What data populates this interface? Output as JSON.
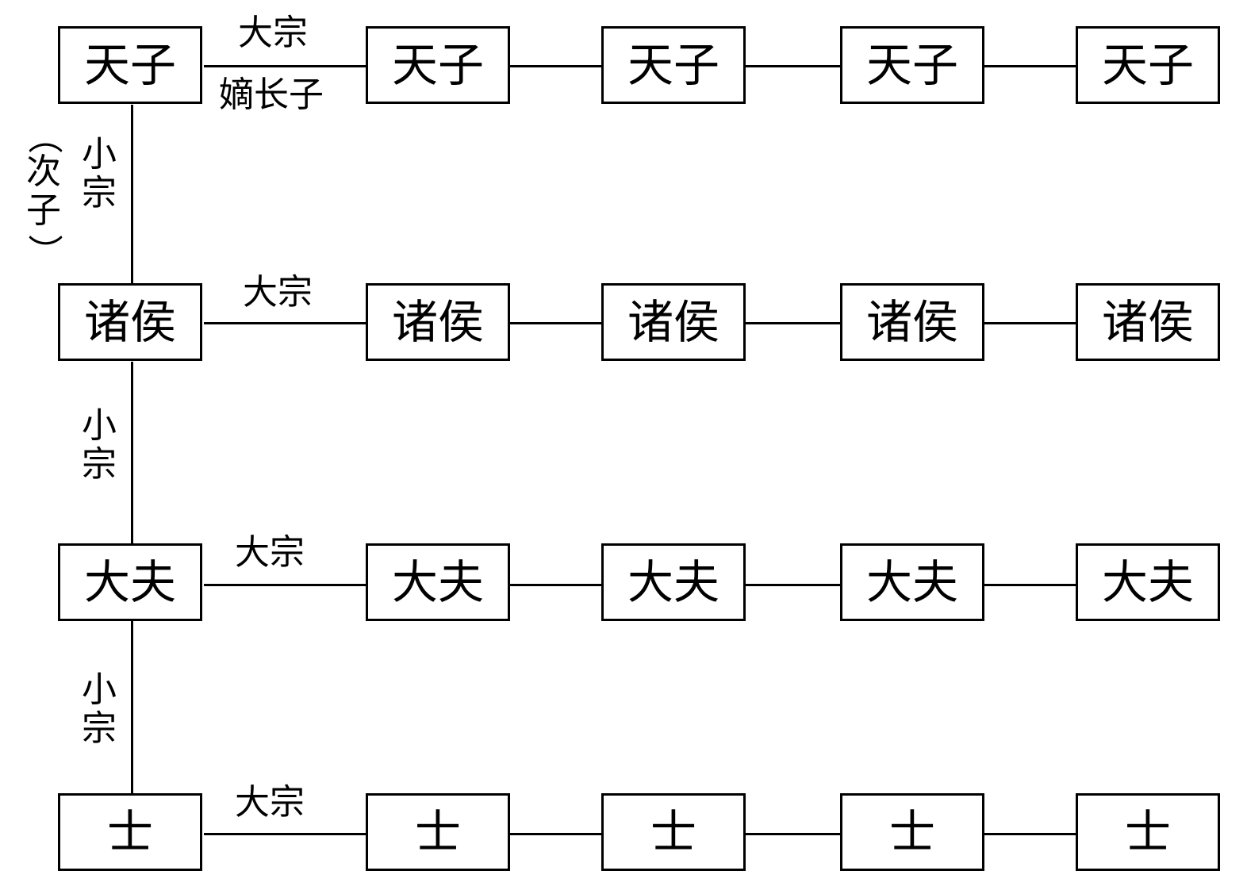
{
  "rows": [
    {
      "id": "tianzi",
      "label": "天子",
      "connector_label": "大宗",
      "connector_sublabel": "嫡长子"
    },
    {
      "id": "zhuhou",
      "label": "诸侯",
      "connector_label": "大宗"
    },
    {
      "id": "dafu",
      "label": "大夫",
      "connector_label": "大宗"
    },
    {
      "id": "shi",
      "label": "士",
      "connector_label": "大宗"
    }
  ],
  "vertical_links": [
    {
      "label": "小宗",
      "note": "次子"
    },
    {
      "label": "小宗"
    },
    {
      "label": "小宗"
    }
  ],
  "note_parens": {
    "open": "（",
    "close": "）"
  }
}
